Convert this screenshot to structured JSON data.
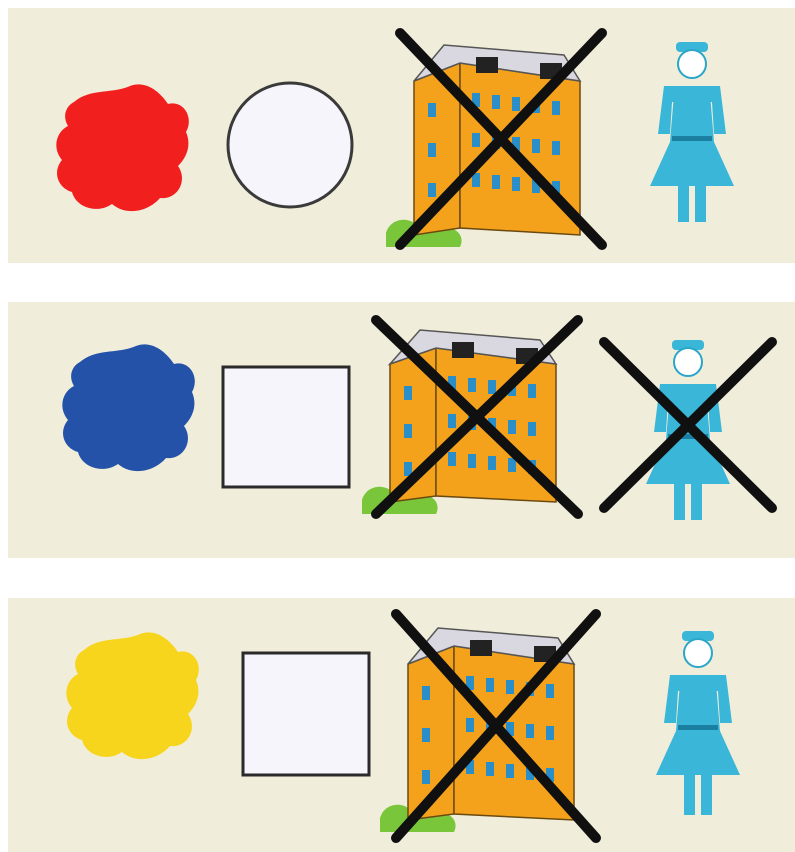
{
  "rows": [
    {
      "color": "#f21f1f",
      "shape": "circle",
      "building_crossed": true,
      "person_crossed": false
    },
    {
      "color": "#2352a8",
      "shape": "square",
      "building_crossed": true,
      "person_crossed": true
    },
    {
      "color": "#f7d51d",
      "shape": "square",
      "building_crossed": true,
      "person_crossed": false
    }
  ],
  "icons": {
    "paint": "paint-splash-icon",
    "shape_circle": "circle-shape-icon",
    "shape_square": "square-shape-icon",
    "building": "building-icon",
    "person": "woman-icon",
    "cross": "cross-mark-icon"
  },
  "colors": {
    "panel_background": "#f1eddb",
    "building": "#f4a21c",
    "building_windows": "#2a8ec8",
    "roof": "#d9d7df",
    "bush": "#7ac63a",
    "person": "#39b6d8",
    "cross": "#101010",
    "shape_fill": "#f6f5fb"
  }
}
